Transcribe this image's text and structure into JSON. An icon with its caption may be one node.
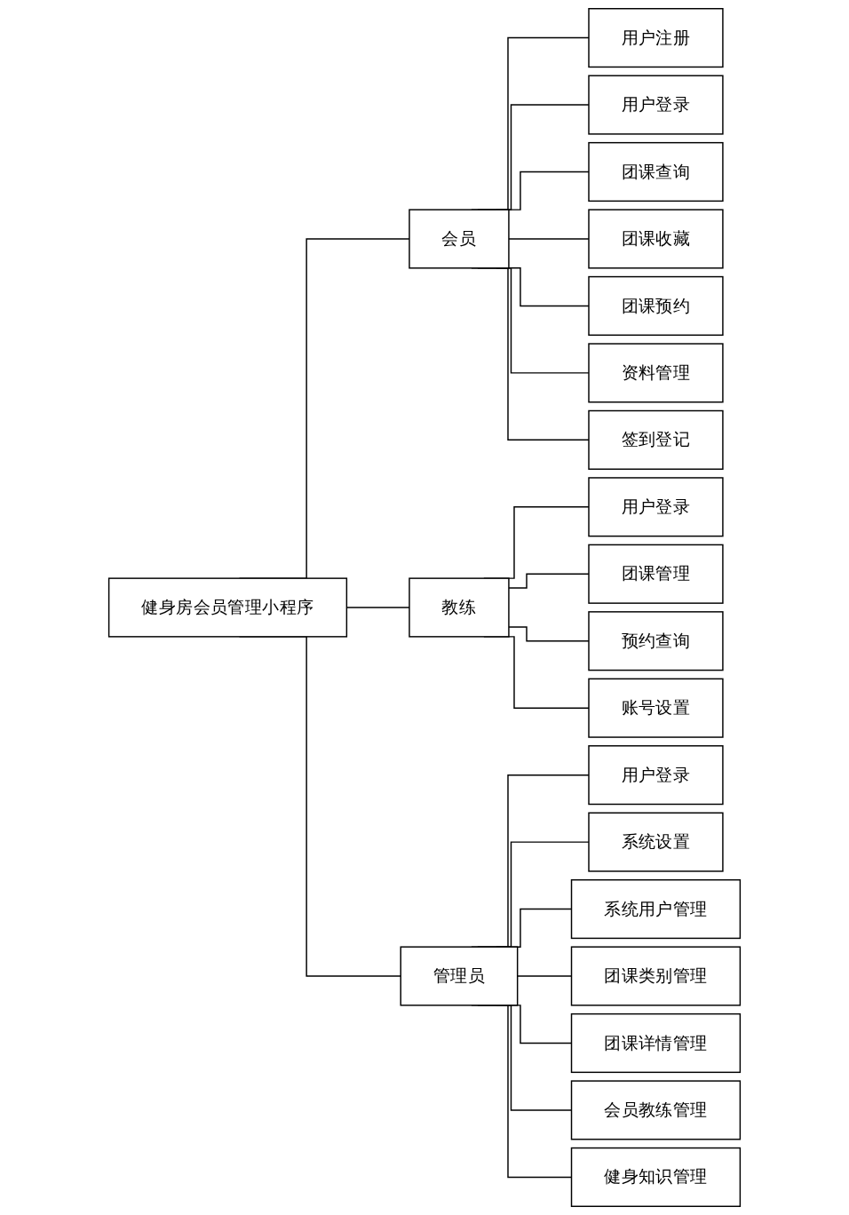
{
  "diagram": {
    "nodes": [
      {
        "text": [
          "健身房会员管理小程序"
        ]
      },
      {
        "text": [
          "会员"
        ]
      },
      {
        "text": [
          "用户注册"
        ]
      },
      {
        "text": [
          "用户登录"
        ]
      },
      {
        "text": [
          "团课查询"
        ]
      },
      {
        "text": [
          "团课收藏"
        ]
      },
      {
        "text": [
          "团课预约"
        ]
      },
      {
        "text": [
          "资料管理"
        ]
      },
      {
        "text": [
          "签到登记"
        ]
      },
      {
        "text": [
          "教练"
        ]
      },
      {
        "text": [
          "用户登录"
        ]
      },
      {
        "text": [
          "团课管理"
        ]
      },
      {
        "text": [
          "预约查询"
        ]
      },
      {
        "text": [
          "账号设置"
        ]
      },
      {
        "text": [
          "管理员"
        ]
      },
      {
        "text": [
          "用户登录"
        ]
      },
      {
        "text": [
          "系统设置"
        ]
      },
      {
        "text": [
          "系统用户管理"
        ]
      },
      {
        "text": [
          "团课类别管理"
        ]
      },
      {
        "text": [
          "团课详情管理"
        ]
      },
      {
        "text": [
          "会员教练管理"
        ]
      },
      {
        "text": [
          "健身知识管理"
        ]
      }
    ],
    "edges": [
      {
        "from": 0,
        "to": 1,
        "arrow": "none"
      },
      {
        "from": 0,
        "to": 9,
        "arrow": "none"
      },
      {
        "from": 0,
        "to": 14,
        "arrow": "none"
      },
      {
        "from": 1,
        "to": 2,
        "arrow": "none"
      },
      {
        "from": 1,
        "to": 3,
        "arrow": "none"
      },
      {
        "from": 1,
        "to": 4,
        "arrow": "none"
      },
      {
        "from": 1,
        "to": 5,
        "arrow": "none"
      },
      {
        "from": 1,
        "to": 6,
        "arrow": "none"
      },
      {
        "from": 1,
        "to": 7,
        "arrow": "none"
      },
      {
        "from": 1,
        "to": 8,
        "arrow": "none"
      },
      {
        "from": 9,
        "to": 10,
        "arrow": "none"
      },
      {
        "from": 9,
        "to": 11,
        "arrow": "none"
      },
      {
        "from": 9,
        "to": 12,
        "arrow": "none"
      },
      {
        "from": 9,
        "to": 13,
        "arrow": "none"
      },
      {
        "from": 14,
        "to": 15,
        "arrow": "none"
      },
      {
        "from": 14,
        "to": 16,
        "arrow": "none"
      },
      {
        "from": 14,
        "to": 17,
        "arrow": "none"
      },
      {
        "from": 14,
        "to": 18,
        "arrow": "none"
      },
      {
        "from": 14,
        "to": 19,
        "arrow": "none"
      },
      {
        "from": 14,
        "to": 20,
        "arrow": "none"
      },
      {
        "from": 14,
        "to": 21,
        "arrow": "none"
      }
    ]
  }
}
